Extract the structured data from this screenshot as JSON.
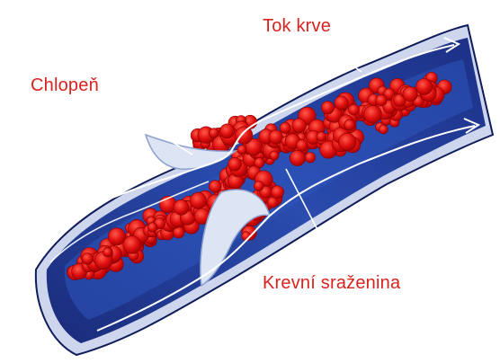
{
  "labels": {
    "blood_flow": "Tok krve",
    "valve": "Chlopeň",
    "blood_clot": "Krevní sraženina"
  },
  "colors": {
    "label_text": "#d8231f",
    "vein_dark": "#15246e",
    "vein_mid": "#2b4fb5",
    "vein_light": "#6f8fd6",
    "clot_red": "#e11414",
    "clot_dark": "#a30000",
    "valve_light": "#dfe6f5",
    "flow_line": "#ffffff"
  }
}
